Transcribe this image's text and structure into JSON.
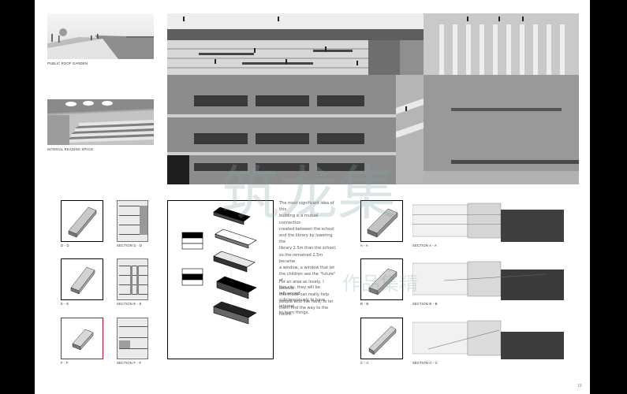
{
  "captions": {
    "roof_garden": "PUBLIC ROOF GARDEN",
    "reading_space": "INTERIAL READING SPACE",
    "model_d": "D - D",
    "model_e": "E - E",
    "model_f": "F - F",
    "section_d": "SECTION D - D",
    "section_e": "SECTION E - E",
    "section_f": "SECTION F - F",
    "model_a": "A - A",
    "model_b": "B - B",
    "model_c": "C - C",
    "section_a": "SECTION A - A",
    "section_b": "SECTION B - B",
    "section_c": "SECTION C - C"
  },
  "text": {
    "paragraph1": "The most significant idea of this\nbuilding is a mutual connection\ncreated between the school\nand the library by lowering the\nlibrary 2.5m than the school,\nso the remained 2.5m became\na window, a window that let\nthe children see the \"future\" of\nthis city, they will be influenced\nsubconsciously to have interest\nto learn things.",
    "paragraph2": "For an area as lovely, I believe\nthis mode can really help\npeople who live here, to let\nthem find the way to the future."
  },
  "watermark": {
    "title": "筑龙集",
    "subtitle": "作品集精"
  },
  "page_number": "19",
  "colors": {
    "frame": "#000000",
    "page": "#ffffff",
    "highlight": "#c8102e",
    "concrete": "#9a9a9a"
  }
}
